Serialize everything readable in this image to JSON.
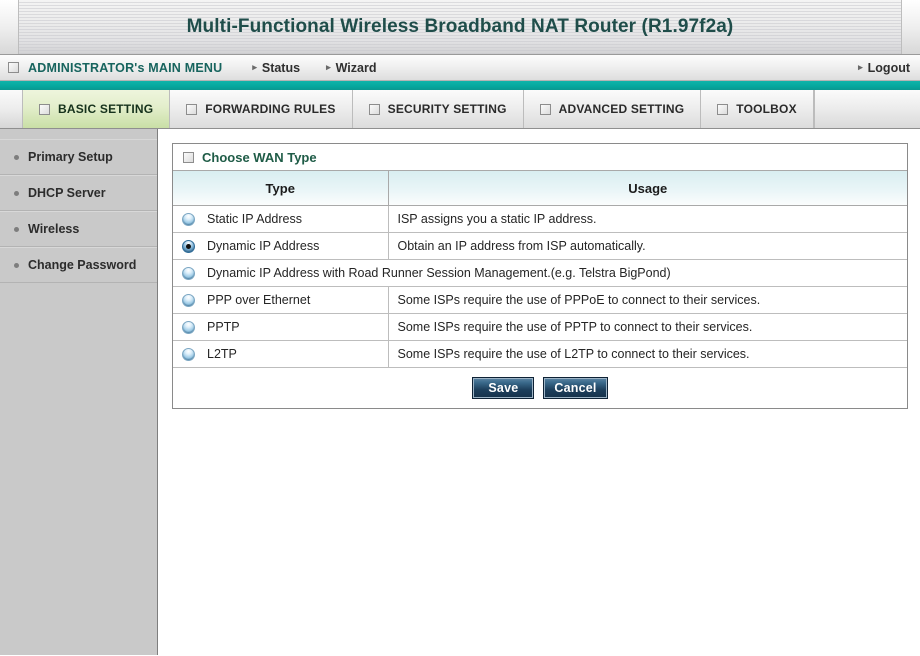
{
  "header": {
    "app_title": "Multi-Functional Wireless Broadband NAT Router (R1.97f2a)",
    "admin_label": "ADMINISTRATOR's MAIN MENU",
    "links": [
      {
        "label": "Status"
      },
      {
        "label": "Wizard"
      }
    ],
    "logout_label": "Logout",
    "accent_color": "#06a79d",
    "title_color": "#1f4d4a"
  },
  "tabs": [
    {
      "label": "BASIC SETTING",
      "active": true
    },
    {
      "label": "FORWARDING RULES",
      "active": false
    },
    {
      "label": "SECURITY SETTING",
      "active": false
    },
    {
      "label": "ADVANCED SETTING",
      "active": false
    },
    {
      "label": "TOOLBOX",
      "active": false
    }
  ],
  "sidebar": {
    "items": [
      {
        "label": "Primary Setup"
      },
      {
        "label": "DHCP Server"
      },
      {
        "label": "Wireless"
      },
      {
        "label": "Change Password"
      }
    ]
  },
  "panel": {
    "title": "Choose WAN Type",
    "title_color": "#1f5c47",
    "columns": [
      "Type",
      "Usage"
    ],
    "rows": [
      {
        "type": "Static IP Address",
        "usage": "ISP assigns you a static IP address.",
        "selected": false,
        "full_width": false
      },
      {
        "type": "Dynamic IP Address",
        "usage": "Obtain an IP address from ISP automatically.",
        "selected": true,
        "full_width": false
      },
      {
        "type": "Dynamic IP Address with Road Runner Session Management.(e.g. Telstra BigPond)",
        "usage": "",
        "selected": false,
        "full_width": true
      },
      {
        "type": "PPP over Ethernet",
        "usage": "Some ISPs require the use of PPPoE to connect to their services.",
        "selected": false,
        "full_width": false
      },
      {
        "type": "PPTP",
        "usage": "Some ISPs require the use of PPTP to connect to their services.",
        "selected": false,
        "full_width": false
      },
      {
        "type": "L2TP",
        "usage": "Some ISPs require the use of L2TP to connect to their services.",
        "selected": false,
        "full_width": false
      }
    ],
    "buttons": {
      "save_label": "Save",
      "cancel_label": "Cancel"
    }
  }
}
